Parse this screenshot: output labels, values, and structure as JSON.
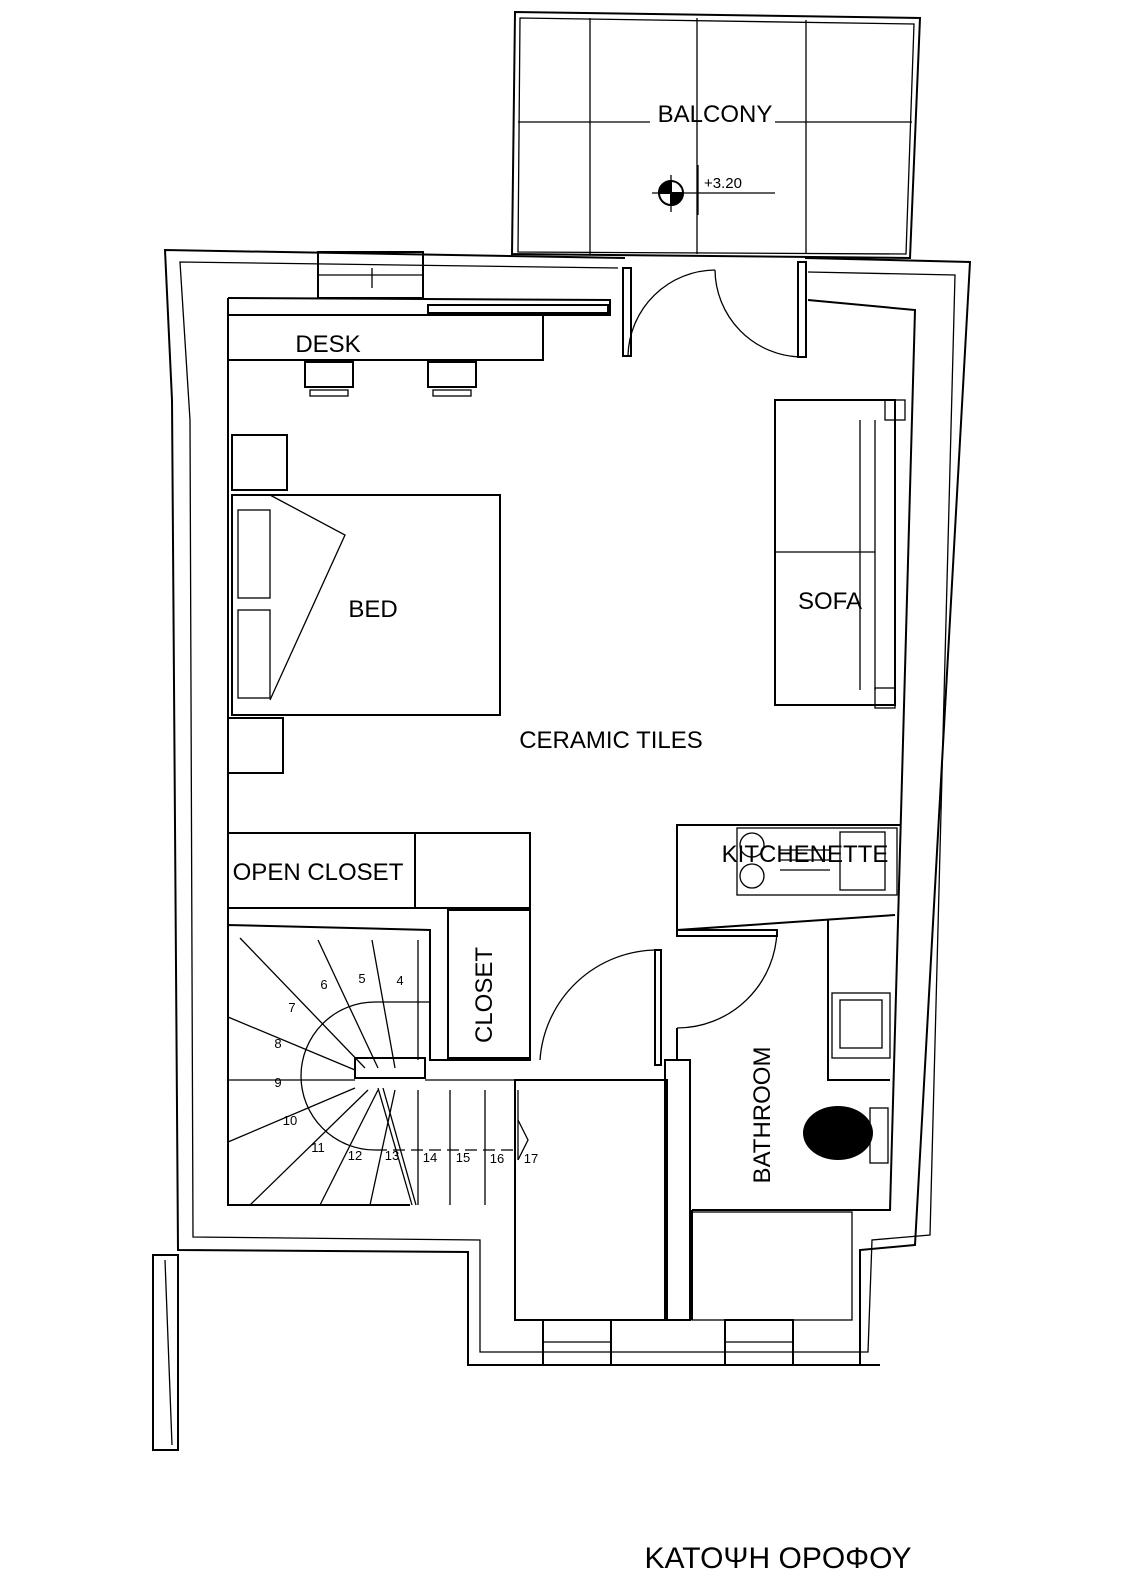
{
  "rooms": {
    "balcony": "BALCONY",
    "desk": "DESK",
    "bed": "BED",
    "sofa": "SOFA",
    "floor_finish": "CERAMIC TILES",
    "open_closet": "OPEN CLOSET",
    "kitchenette": "KITCHENETTE",
    "closet": "CLOSET",
    "bathroom": "BATHROOM"
  },
  "level_mark": "+3.20",
  "stair_numbers": [
    "4",
    "5",
    "6",
    "7",
    "8",
    "9",
    "10",
    "11",
    "12",
    "13",
    "14",
    "15",
    "16",
    "17"
  ],
  "title": "ΚΑΤΟΨΗ ΟΡΟΦΟΥ"
}
